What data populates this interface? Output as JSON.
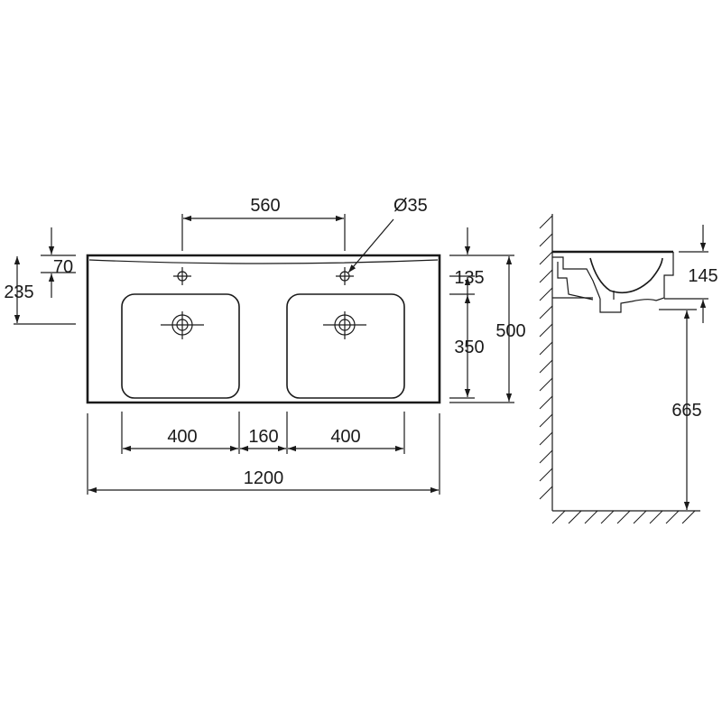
{
  "front_view": {
    "tap_spacing": "560",
    "tap_hole_diameter": "Ø35",
    "overflow_height": "70",
    "overall_side_height": "235",
    "tap_hole_setback": "135",
    "bowl_depth": "350",
    "overall_depth": "500",
    "bowl_width_left": "400",
    "bowl_gap": "160",
    "bowl_width_right": "400",
    "overall_width": "1200"
  },
  "side_view": {
    "rim_height": "145",
    "installation_height": "665"
  }
}
